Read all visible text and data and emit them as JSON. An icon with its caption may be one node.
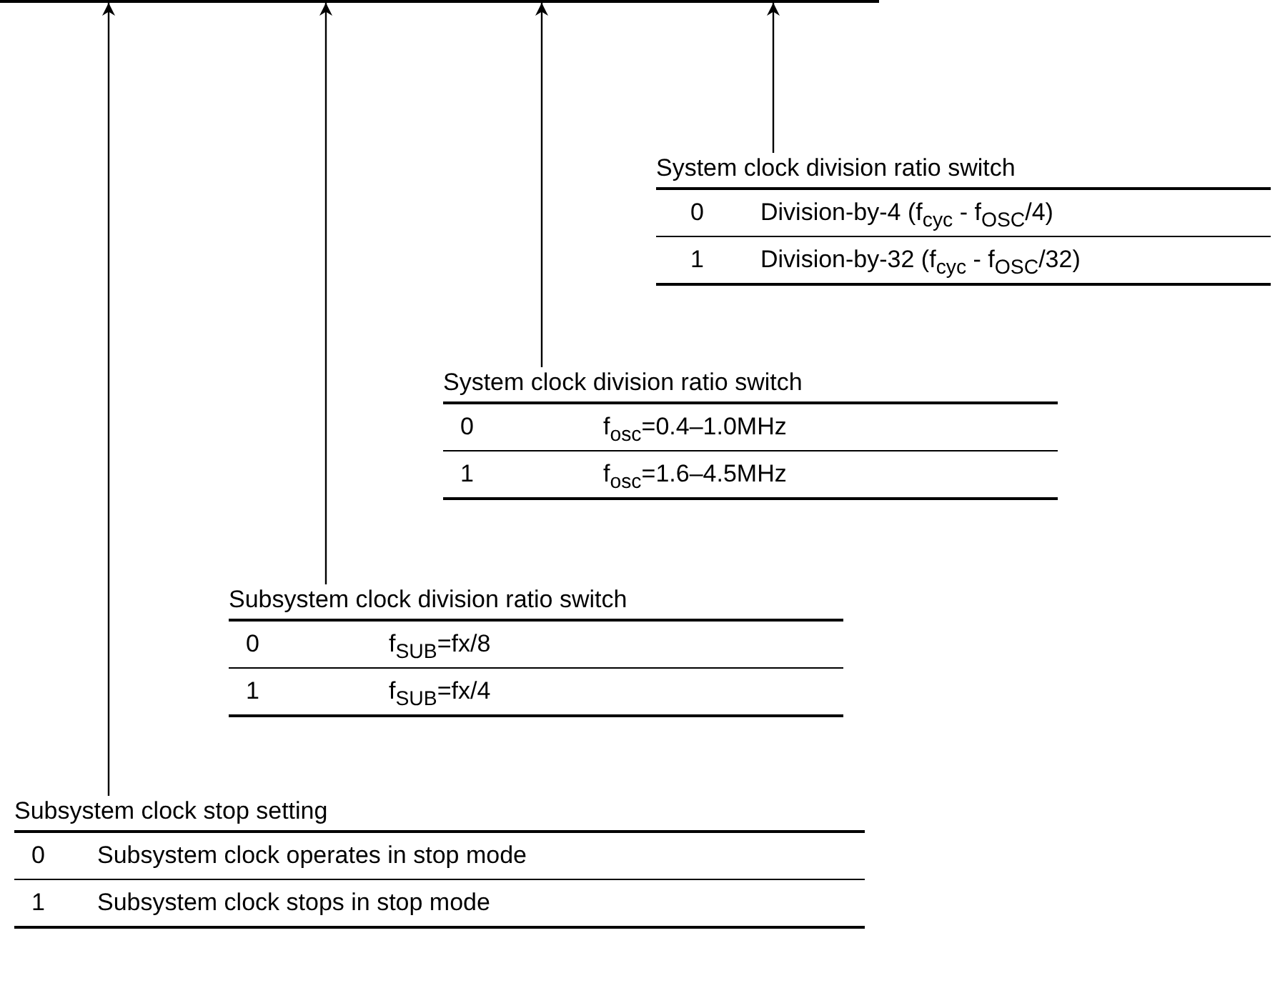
{
  "diagram": {
    "nodes": [
      {
        "text": [],
        "shape": "bar"
      },
      {
        "text": [
          "System clock division ratio switch",
          "0",
          "Division-by-4 (f$_{cyc}$ - f$_{OSC}$/4)",
          "1",
          "Division-by-32 (f$_{cyc}$ - f$_{OSC}$/32)"
        ]
      },
      {
        "text": [
          "System clock division ratio switch",
          "0",
          "f$_{osc}$=0.4–1.0MHz",
          "1",
          "f$_{osc}$=1.6–4.5MHz"
        ]
      },
      {
        "text": [
          "Subsystem clock division ratio switch",
          "0",
          "f$_{SUB}$=fx/8",
          "1",
          "f$_{SUB}$=fx/4"
        ]
      },
      {
        "text": [
          "Subsystem clock stop setting",
          "0",
          "Subsystem clock operates in stop mode",
          "1",
          "Subsystem clock stops in stop mode"
        ]
      }
    ],
    "edges": [
      {
        "from": 1,
        "to": 0,
        "arrow": "to"
      },
      {
        "from": 2,
        "to": 0,
        "arrow": "to"
      },
      {
        "from": 3,
        "to": 0,
        "arrow": "to"
      },
      {
        "from": 4,
        "to": 0,
        "arrow": "to"
      }
    ]
  }
}
